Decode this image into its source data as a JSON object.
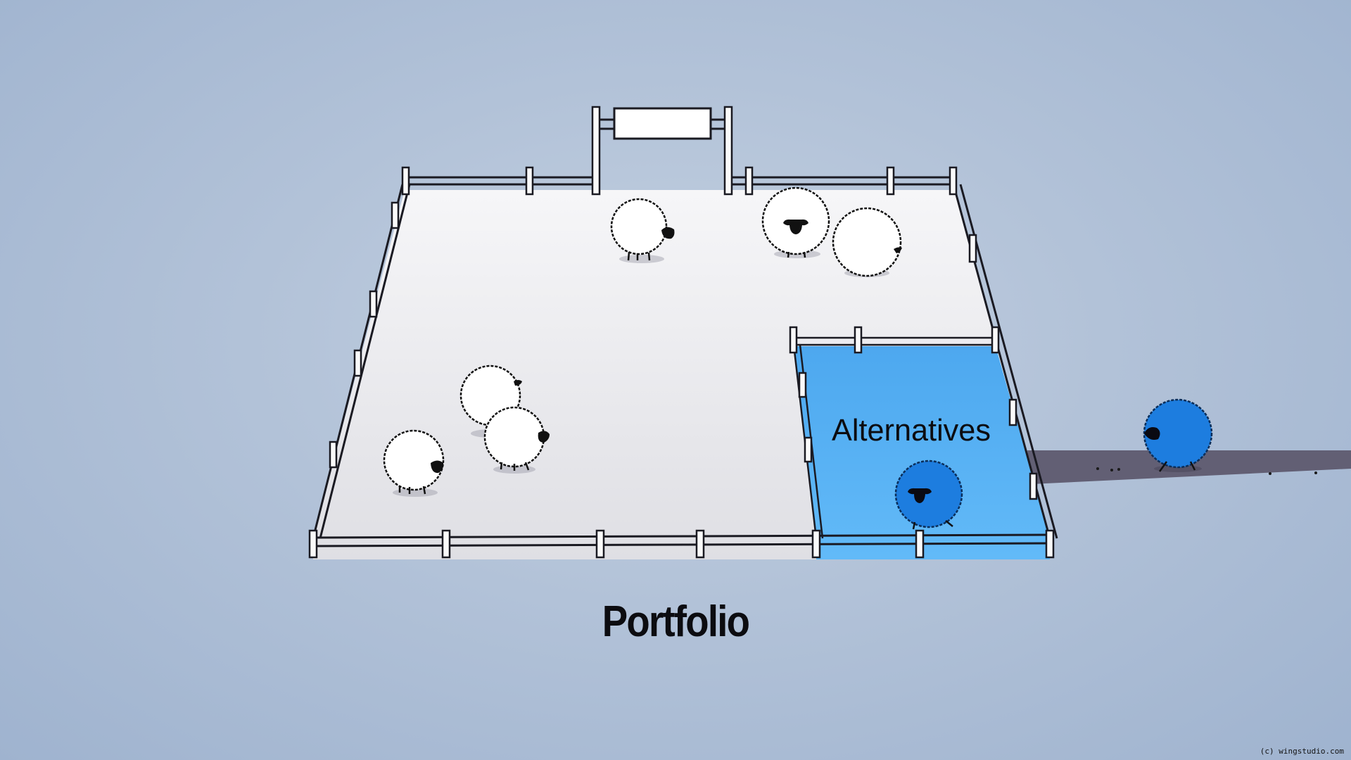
{
  "scene": {
    "title": "Portfolio",
    "alternatives_label": "Alternatives",
    "watermark": "(c) wingstudio.com"
  },
  "colors": {
    "background": "#b2c2d8",
    "pen_floor": "#ececf0",
    "alternatives_area": "#58b4f6",
    "blue_sheep": "#1e7ee0",
    "white_sheep": "#ffffff",
    "path": "#615f74",
    "ink": "#0c0c10"
  }
}
